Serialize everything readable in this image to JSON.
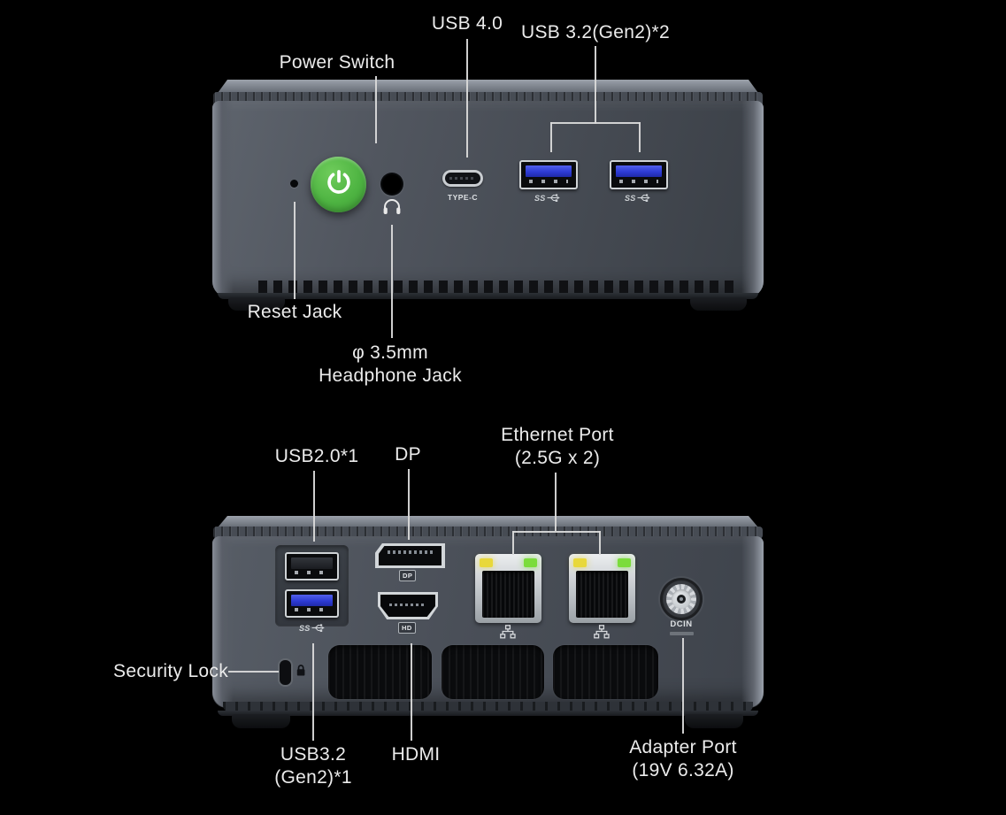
{
  "colors": {
    "background": "#000000",
    "label_text": "#ebebeb",
    "leader_line": "#d9d9d9",
    "power_button_green": "#4eb442",
    "usb3_blue": "#2d3bd4",
    "led_yellow": "#e8d83a",
    "led_green": "#7bdc3c",
    "chassis_gray": "#4a4f58"
  },
  "front": {
    "callouts": {
      "power_switch": "Power Switch",
      "usb4": "USB 4.0",
      "usb32": "USB 3.2(Gen2)*2",
      "reset": "Reset Jack",
      "headphone_line1": "φ  3.5mm",
      "headphone_line2": "Headphone Jack"
    },
    "port_text": {
      "type_c": "TYPE-C",
      "ss": "SS"
    }
  },
  "rear": {
    "callouts": {
      "usb20": "USB2.0*1",
      "dp": "DP",
      "ethernet_line1": "Ethernet Port",
      "ethernet_line2": "(2.5G x 2)",
      "security_lock": "Security Lock",
      "usb32_line1": "USB3.2",
      "usb32_line2": "(Gen2)*1",
      "hdmi": "HDMI",
      "adapter_line1": "Adapter Port",
      "adapter_line2": "(19V 6.32A)"
    },
    "port_text": {
      "ss": "SS",
      "dp_badge": "DP",
      "hd_badge": "HD",
      "dcin": "DCIN"
    }
  },
  "icons": {
    "power": "power-icon",
    "headphone": "headphone-icon",
    "lock": "lock-icon",
    "network": "ethernet-network-icon",
    "usb_trident": "usb-superspeed-icon"
  }
}
